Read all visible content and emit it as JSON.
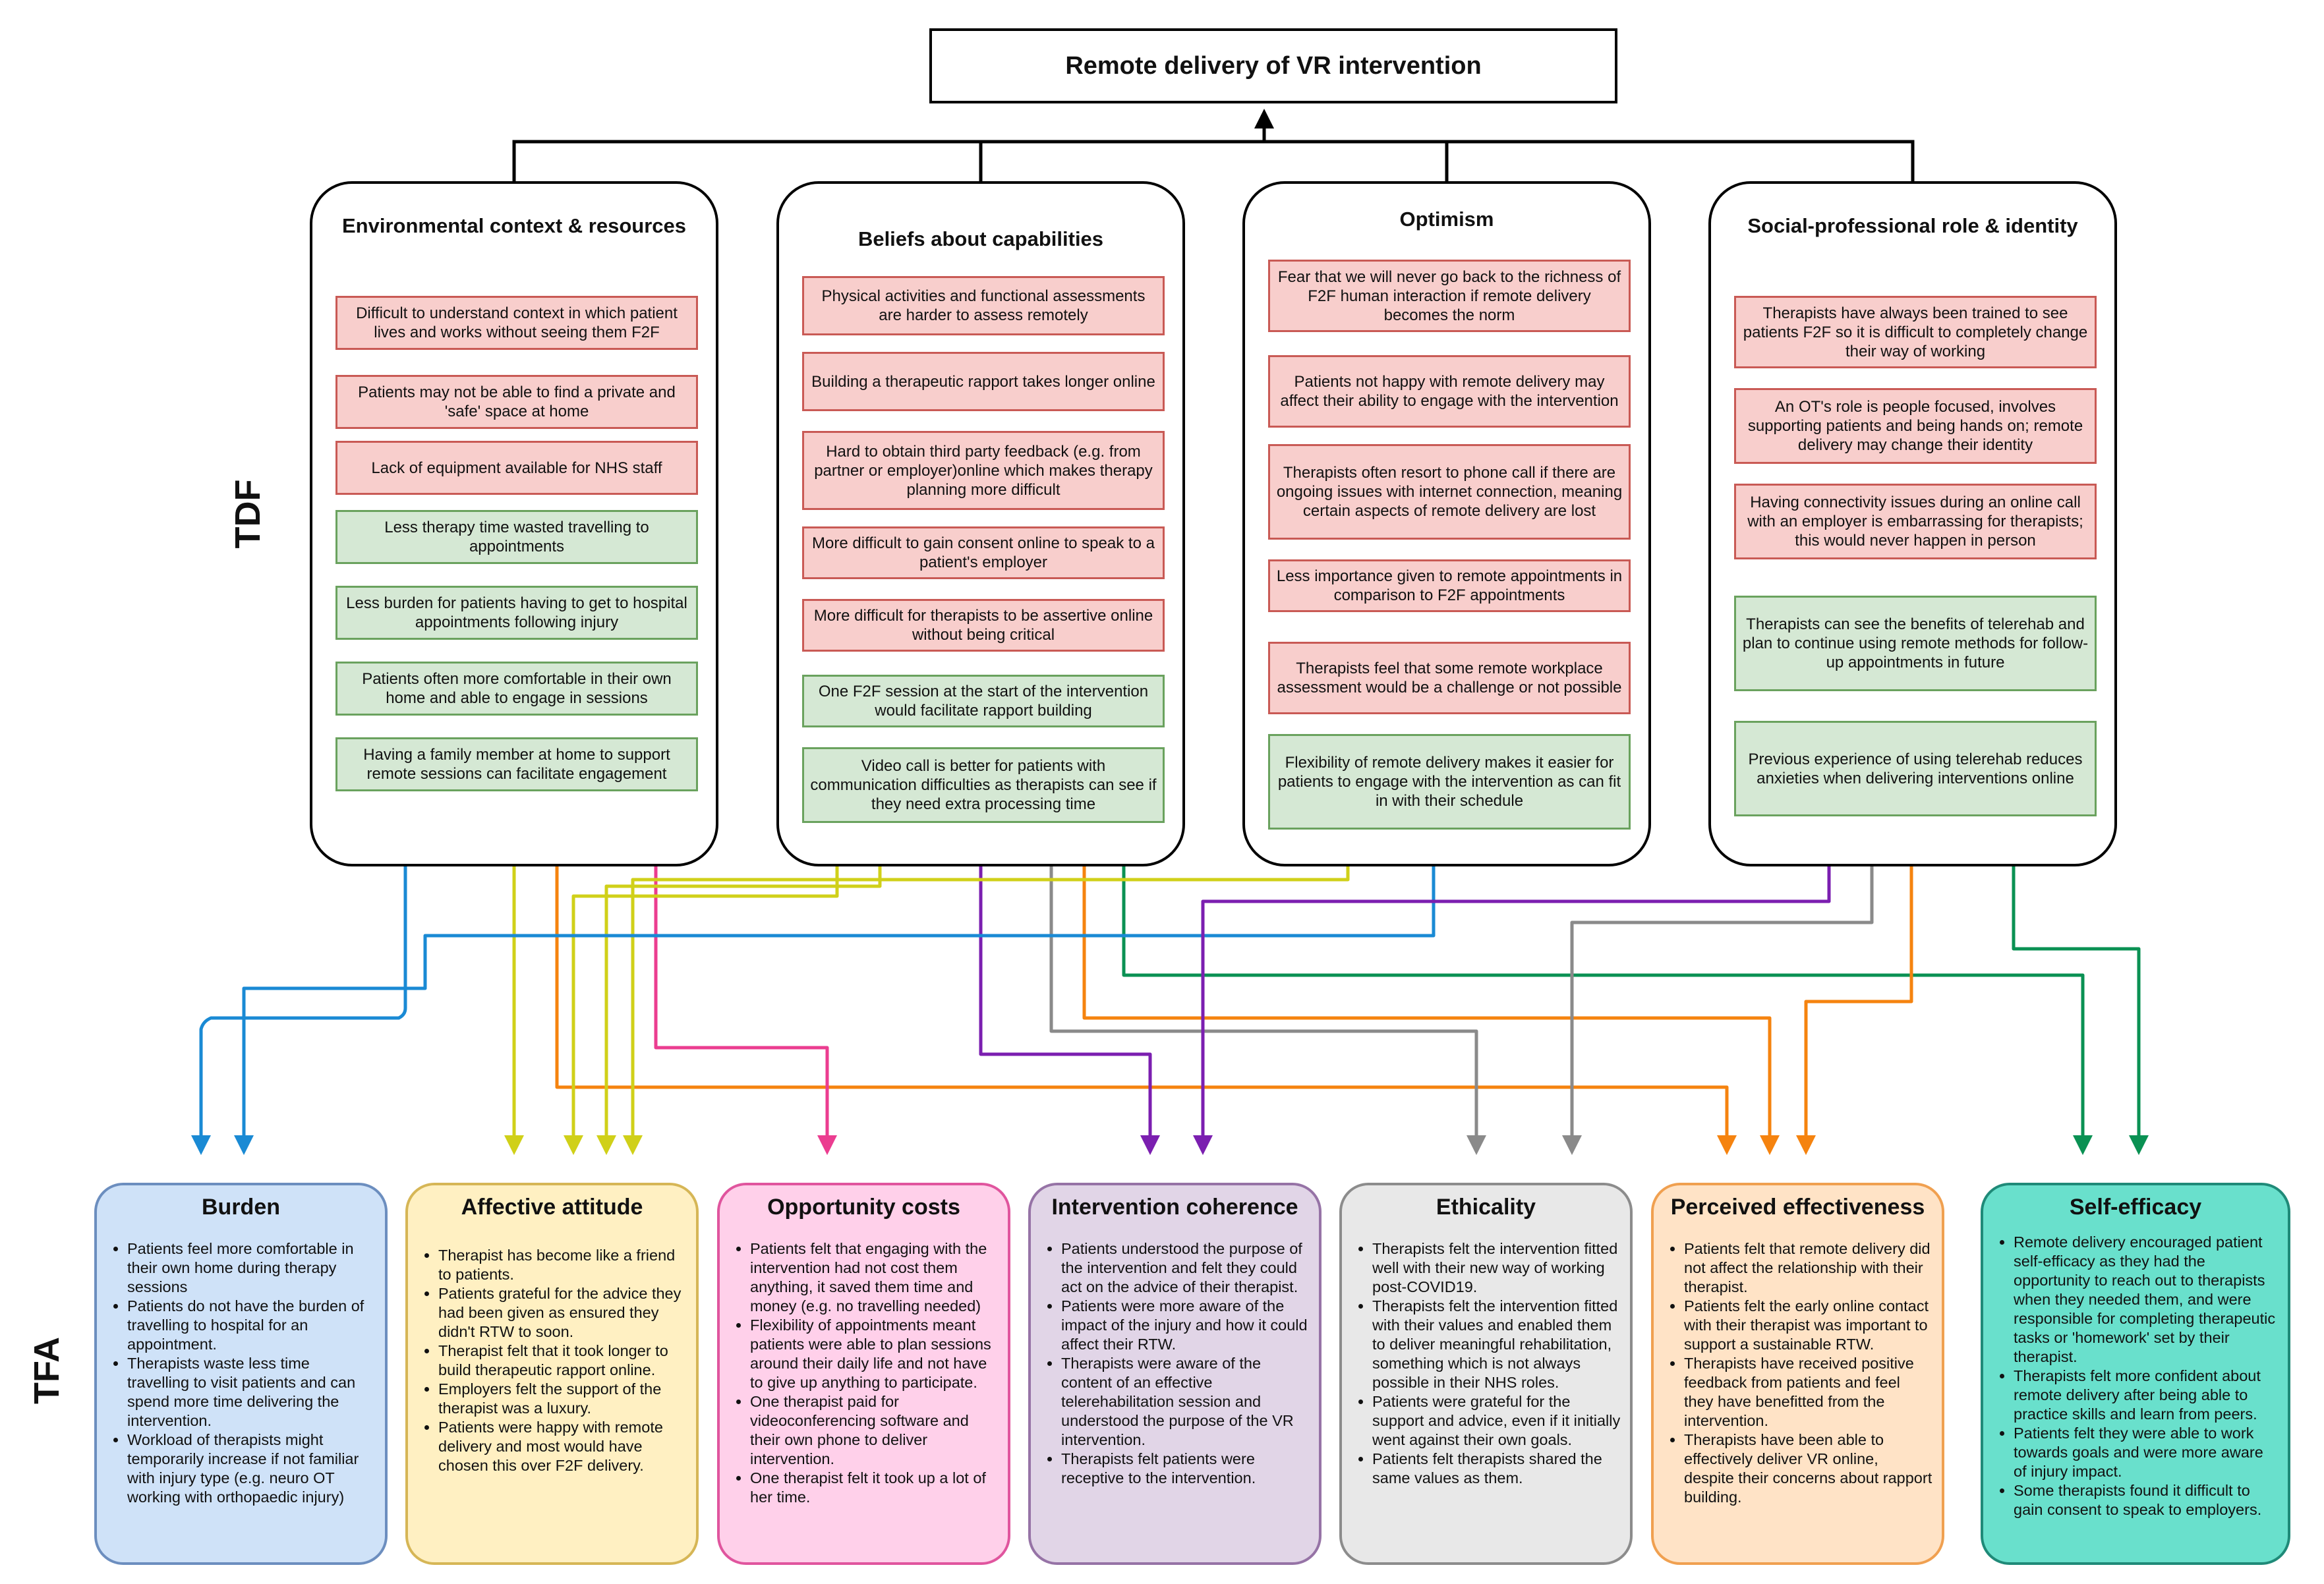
{
  "root": {
    "title": "Remote delivery of VR intervention"
  },
  "labels": {
    "tdf": "TDF",
    "tfa": "TFA"
  },
  "colors": {
    "blue": "#1a8ad4",
    "yellow": "#d0d019",
    "orange": "#f5830f",
    "pink": "#eb3d90",
    "purple": "#7b1fb0",
    "grey": "#8a8a8a",
    "green": "#0a9153",
    "barrier_fill": "#f8cecc",
    "enabler_fill": "#d5e8d4"
  },
  "tdf": [
    {
      "title": "Environmental context & resources",
      "items": [
        {
          "text": "Difficult to understand context in which patient lives and works without seeing them F2F",
          "type": "barrier"
        },
        {
          "text": "Patients may not be able to find a private and 'safe' space at home",
          "type": "barrier"
        },
        {
          "text": "Lack of equipment available for NHS staff",
          "type": "barrier"
        },
        {
          "text": "Less therapy time wasted travelling to appointments",
          "type": "enabler"
        },
        {
          "text": "Less burden for patients having to get to hospital appointments following injury",
          "type": "enabler"
        },
        {
          "text": "Patients often more comfortable in their own home and able to engage in sessions",
          "type": "enabler"
        },
        {
          "text": "Having a family member at home to support remote sessions can facilitate engagement",
          "type": "enabler"
        }
      ]
    },
    {
      "title": "Beliefs about capabilities",
      "items": [
        {
          "text": "Physical activities and functional assessments are harder to assess remotely",
          "type": "barrier"
        },
        {
          "text": "Building a therapeutic rapport takes longer online",
          "type": "barrier"
        },
        {
          "text": "Hard to obtain third party feedback (e.g. from partner or employer)online which makes therapy planning more difficult",
          "type": "barrier"
        },
        {
          "text": "More difficult to gain consent online to speak to a patient's employer",
          "type": "barrier"
        },
        {
          "text": "More difficult for therapists to be assertive online without being critical",
          "type": "barrier"
        },
        {
          "text": "One F2F session at the start of the intervention would facilitate rapport building",
          "type": "enabler"
        },
        {
          "text": "Video call is better for patients with communication difficulties as therapists can see if they need extra processing time",
          "type": "enabler"
        }
      ]
    },
    {
      "title": "Optimism",
      "items": [
        {
          "text": "Fear that we will never go back to the richness of F2F human interaction if remote delivery becomes the norm",
          "type": "barrier"
        },
        {
          "text": "Patients not happy with remote delivery may affect their ability to engage with the intervention",
          "type": "barrier"
        },
        {
          "text": "Therapists often resort to phone call if there are ongoing issues with internet connection, meaning certain aspects of remote delivery are lost",
          "type": "barrier"
        },
        {
          "text": "Less importance given to remote appointments in comparison to F2F appointments",
          "type": "barrier"
        },
        {
          "text": "Therapists feel that some remote workplace assessment would be a challenge or not possible",
          "type": "barrier"
        },
        {
          "text": "Flexibility of remote delivery makes it easier for patients to engage with the intervention as can fit in with their schedule",
          "type": "enabler"
        }
      ]
    },
    {
      "title": "Social-professional role & identity",
      "items": [
        {
          "text": "Therapists have always been trained to see patients F2F so it is difficult to completely change their way of working",
          "type": "barrier"
        },
        {
          "text": "An OT's role is people focused, involves supporting patients and being hands on; remote delivery may change their identity",
          "type": "barrier"
        },
        {
          "text": "Having connectivity issues during an online call with an employer is embarrassing for therapists; this would never happen in person",
          "type": "barrier"
        },
        {
          "text": "Therapists can see the benefits of telerehab and plan to continue using remote methods for follow-up appointments in future",
          "type": "enabler"
        },
        {
          "text": "Previous experience of using telerehab reduces anxieties when delivering interventions online",
          "type": "enabler"
        }
      ]
    }
  ],
  "tfa": [
    {
      "title": "Burden",
      "fill": "#cfe2f8",
      "stroke": "#6c8ebf",
      "bullets": [
        "Patients feel more comfortable in their own home during therapy sessions",
        "Patients do not have the burden of travelling to hospital for an appointment.",
        "Therapists waste less time travelling to visit patients and can spend more time delivering the intervention.",
        "Workload of therapists might temporarily increase if not familiar with injury type (e.g. neuro OT working with orthopaedic injury)"
      ]
    },
    {
      "title": "Affective attitude",
      "fill": "#fff0c2",
      "stroke": "#d6b656",
      "bullets": [
        "Therapist has become like a friend to patients.",
        "Patients grateful for the advice they had been given as ensured they didn't RTW to soon.",
        "Therapist felt that it took longer to build therapeutic rapport online.",
        "Employers felt the support of the therapist was a luxury.",
        "Patients were happy with remote delivery and most would have chosen this over F2F delivery."
      ]
    },
    {
      "title": "Opportunity costs",
      "fill": "#ffd0ea",
      "stroke": "#e0559e",
      "bullets": [
        "Patients felt that engaging with the intervention had not cost them anything, it saved them time and money (e.g. no travelling needed)",
        "Flexibility of appointments meant patients were able to plan sessions around their daily life and not have to give up anything to participate.",
        "One therapist paid for videoconferencing software and their own phone to deliver intervention.",
        "One therapist felt it took up a lot of her time."
      ]
    },
    {
      "title": "Intervention coherence",
      "fill": "#e1d5e7",
      "stroke": "#9673a6",
      "bullets": [
        "Patients understood the purpose of the intervention and felt they could act on the advice of their therapist.",
        "Patients were more aware of the impact of the injury and how it could affect their RTW.",
        "Therapists were aware of the content of an effective telerehabilitation session and understood the purpose of the VR intervention.",
        "Therapists felt patients were receptive to the intervention."
      ]
    },
    {
      "title": "Ethicality",
      "fill": "#e8e8e8",
      "stroke": "#8c8c8c",
      "bullets": [
        "Therapists felt the intervention fitted well with their new way of working post-COVID19.",
        "Therapists felt the intervention fitted with their values and enabled them to deliver meaningful rehabilitation, something which is not always possible in their NHS roles.",
        "Patients were grateful for the support and advice, even if it initially went against their own goals.",
        "Patients felt therapists shared the same values as them."
      ]
    },
    {
      "title": "Perceived effectiveness",
      "fill": "#ffe3c6",
      "stroke": "#f0a050",
      "bullets": [
        "Patients felt that remote delivery did not affect the relationship with their therapist.",
        "Patients felt the early online contact with their therapist was important to support a sustainable RTW.",
        "Therapists have received positive feedback from patients and feel they have benefitted from the intervention.",
        "Therapists have been able to effectively deliver VR online, despite their concerns about rapport building."
      ]
    },
    {
      "title": "Self-efficacy",
      "fill": "#69e0cc",
      "stroke": "#1f8a78",
      "bullets": [
        "Remote delivery encouraged patient self-efficacy as they had the opportunity to reach out to therapists when they needed them, and were responsible for completing therapeutic tasks or 'homework' set by their therapist.",
        "Therapists felt more confident about remote delivery after being able to practice skills and learn from peers.",
        "Patients felt they were able to work towards goals and were more aware of injury impact.",
        "Some therapists found it difficult to gain consent to speak to employers."
      ]
    }
  ]
}
